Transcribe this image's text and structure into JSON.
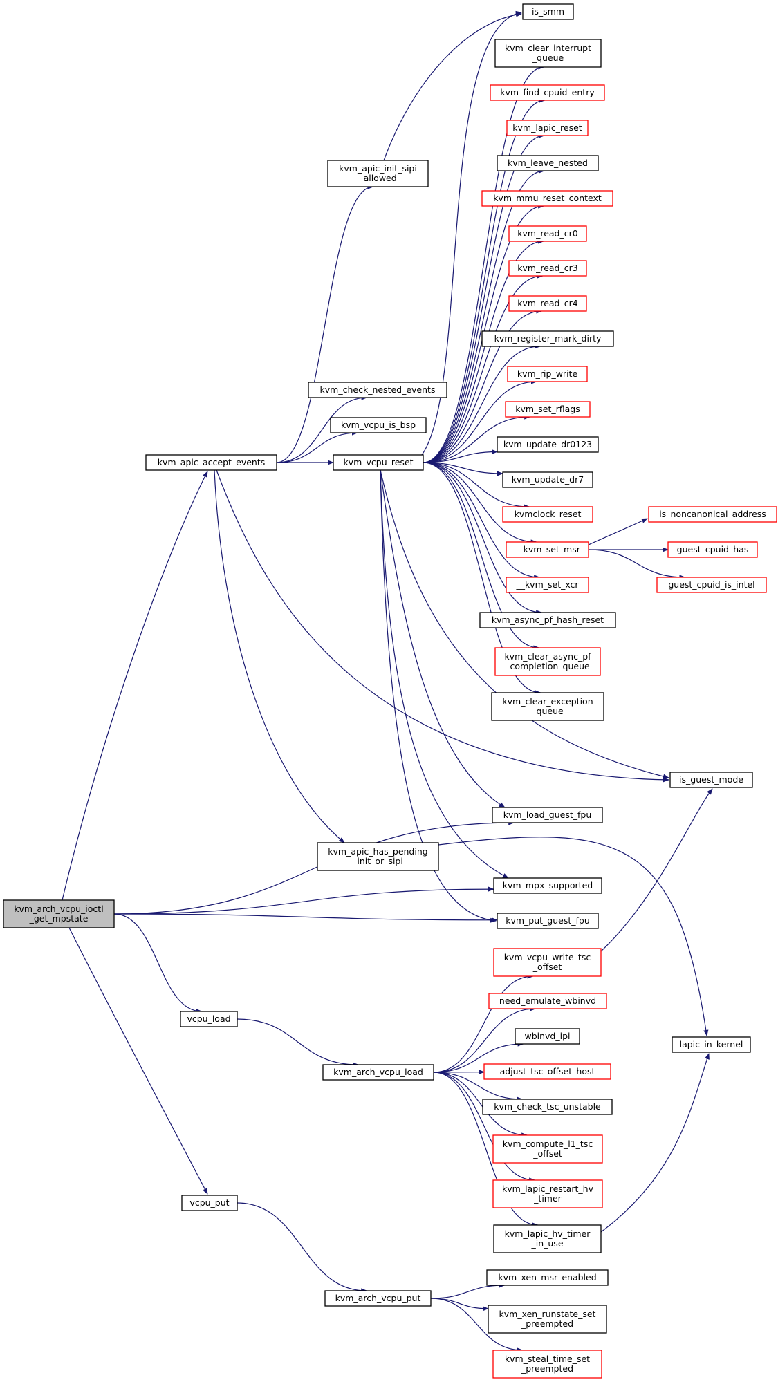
{
  "graph": {
    "edge_color": "#191970",
    "highlight_border_color": "#ff0000",
    "root_fill_color": "#bfbfbf",
    "nodes": [
      {
        "id": "root",
        "lines": [
          "kvm_arch_vcpu_ioctl",
          "_get_mpstate"
        ],
        "style": "root"
      },
      {
        "id": "apic_accept",
        "lines": [
          "kvm_apic_accept_events"
        ],
        "style": "normal"
      },
      {
        "id": "apic_init_sipi",
        "lines": [
          "kvm_apic_init_sipi",
          "_allowed"
        ],
        "style": "normal"
      },
      {
        "id": "check_nested",
        "lines": [
          "kvm_check_nested_events"
        ],
        "style": "normal"
      },
      {
        "id": "is_bsp",
        "lines": [
          "kvm_vcpu_is_bsp"
        ],
        "style": "normal"
      },
      {
        "id": "vcpu_reset",
        "lines": [
          "kvm_vcpu_reset"
        ],
        "style": "normal"
      },
      {
        "id": "apic_pending",
        "lines": [
          "kvm_apic_has_pending",
          "_init_or_sipi"
        ],
        "style": "normal"
      },
      {
        "id": "vcpu_load",
        "lines": [
          "vcpu_load"
        ],
        "style": "normal"
      },
      {
        "id": "vcpu_put",
        "lines": [
          "vcpu_put"
        ],
        "style": "normal"
      },
      {
        "id": "arch_load",
        "lines": [
          "kvm_arch_vcpu_load"
        ],
        "style": "normal"
      },
      {
        "id": "arch_put",
        "lines": [
          "kvm_arch_vcpu_put"
        ],
        "style": "normal"
      },
      {
        "id": "is_smm",
        "lines": [
          "is_smm"
        ],
        "style": "normal"
      },
      {
        "id": "clear_int",
        "lines": [
          "kvm_clear_interrupt",
          "_queue"
        ],
        "style": "normal"
      },
      {
        "id": "find_cpuid",
        "lines": [
          "kvm_find_cpuid_entry"
        ],
        "style": "red"
      },
      {
        "id": "lapic_reset",
        "lines": [
          "kvm_lapic_reset"
        ],
        "style": "red"
      },
      {
        "id": "leave_nested",
        "lines": [
          "kvm_leave_nested"
        ],
        "style": "normal"
      },
      {
        "id": "mmu_reset",
        "lines": [
          "kvm_mmu_reset_context"
        ],
        "style": "red"
      },
      {
        "id": "read_cr0",
        "lines": [
          "kvm_read_cr0"
        ],
        "style": "red"
      },
      {
        "id": "read_cr3",
        "lines": [
          "kvm_read_cr3"
        ],
        "style": "red"
      },
      {
        "id": "read_cr4",
        "lines": [
          "kvm_read_cr4"
        ],
        "style": "red"
      },
      {
        "id": "reg_dirty",
        "lines": [
          "kvm_register_mark_dirty"
        ],
        "style": "normal"
      },
      {
        "id": "rip_write",
        "lines": [
          "kvm_rip_write"
        ],
        "style": "red"
      },
      {
        "id": "set_rflags",
        "lines": [
          "kvm_set_rflags"
        ],
        "style": "red"
      },
      {
        "id": "upd_dr0123",
        "lines": [
          "kvm_update_dr0123"
        ],
        "style": "normal"
      },
      {
        "id": "upd_dr7",
        "lines": [
          "kvm_update_dr7"
        ],
        "style": "normal"
      },
      {
        "id": "kvmclock",
        "lines": [
          "kvmclock_reset"
        ],
        "style": "red"
      },
      {
        "id": "set_msr",
        "lines": [
          "__kvm_set_msr"
        ],
        "style": "red"
      },
      {
        "id": "set_xcr",
        "lines": [
          "__kvm_set_xcr"
        ],
        "style": "red"
      },
      {
        "id": "async_hash",
        "lines": [
          "kvm_async_pf_hash_reset"
        ],
        "style": "normal"
      },
      {
        "id": "clear_async",
        "lines": [
          "kvm_clear_async_pf",
          "_completion_queue"
        ],
        "style": "red"
      },
      {
        "id": "clear_exc",
        "lines": [
          "kvm_clear_exception",
          "_queue"
        ],
        "style": "normal"
      },
      {
        "id": "is_guest_mode",
        "lines": [
          "is_guest_mode"
        ],
        "style": "normal"
      },
      {
        "id": "load_fpu",
        "lines": [
          "kvm_load_guest_fpu"
        ],
        "style": "normal"
      },
      {
        "id": "mpx",
        "lines": [
          "kvm_mpx_supported"
        ],
        "style": "normal"
      },
      {
        "id": "put_fpu",
        "lines": [
          "kvm_put_guest_fpu"
        ],
        "style": "normal"
      },
      {
        "id": "noncanon",
        "lines": [
          "is_noncanonical_address"
        ],
        "style": "red"
      },
      {
        "id": "cpuid_has",
        "lines": [
          "guest_cpuid_has"
        ],
        "style": "red"
      },
      {
        "id": "cpuid_intel",
        "lines": [
          "guest_cpuid_is_intel"
        ],
        "style": "red"
      },
      {
        "id": "write_tsc",
        "lines": [
          "kvm_vcpu_write_tsc",
          "_offset"
        ],
        "style": "red"
      },
      {
        "id": "need_wbinvd",
        "lines": [
          "need_emulate_wbinvd"
        ],
        "style": "red"
      },
      {
        "id": "wbinvd_ipi",
        "lines": [
          "wbinvd_ipi"
        ],
        "style": "normal"
      },
      {
        "id": "adjust_tsc",
        "lines": [
          "adjust_tsc_offset_host"
        ],
        "style": "red"
      },
      {
        "id": "tsc_unstable",
        "lines": [
          "kvm_check_tsc_unstable"
        ],
        "style": "normal"
      },
      {
        "id": "compute_l1",
        "lines": [
          "kvm_compute_l1_tsc",
          "_offset"
        ],
        "style": "red"
      },
      {
        "id": "lapic_restart",
        "lines": [
          "kvm_lapic_restart_hv",
          "_timer"
        ],
        "style": "red"
      },
      {
        "id": "hv_timer",
        "lines": [
          "kvm_lapic_hv_timer",
          "_in_use"
        ],
        "style": "normal"
      },
      {
        "id": "lapic_in_kernel",
        "lines": [
          "lapic_in_kernel"
        ],
        "style": "normal"
      },
      {
        "id": "xen_msr",
        "lines": [
          "kvm_xen_msr_enabled"
        ],
        "style": "normal"
      },
      {
        "id": "xen_runstate",
        "lines": [
          "kvm_xen_runstate_set",
          "_preempted"
        ],
        "style": "normal"
      },
      {
        "id": "steal_time",
        "lines": [
          "kvm_steal_time_set",
          "_preempted"
        ],
        "style": "red"
      }
    ],
    "edges": [
      [
        "root",
        "apic_accept"
      ],
      [
        "root",
        "load_fpu"
      ],
      [
        "root",
        "mpx"
      ],
      [
        "root",
        "put_fpu"
      ],
      [
        "root",
        "vcpu_load"
      ],
      [
        "root",
        "vcpu_put"
      ],
      [
        "apic_accept",
        "apic_init_sipi"
      ],
      [
        "apic_accept",
        "check_nested"
      ],
      [
        "apic_accept",
        "is_bsp"
      ],
      [
        "apic_accept",
        "vcpu_reset"
      ],
      [
        "apic_accept",
        "is_guest_mode"
      ],
      [
        "apic_accept",
        "apic_pending"
      ],
      [
        "apic_init_sipi",
        "is_smm"
      ],
      [
        "vcpu_reset",
        "is_smm"
      ],
      [
        "vcpu_reset",
        "clear_int"
      ],
      [
        "vcpu_reset",
        "find_cpuid"
      ],
      [
        "vcpu_reset",
        "lapic_reset"
      ],
      [
        "vcpu_reset",
        "leave_nested"
      ],
      [
        "vcpu_reset",
        "mmu_reset"
      ],
      [
        "vcpu_reset",
        "read_cr0"
      ],
      [
        "vcpu_reset",
        "read_cr3"
      ],
      [
        "vcpu_reset",
        "read_cr4"
      ],
      [
        "vcpu_reset",
        "reg_dirty"
      ],
      [
        "vcpu_reset",
        "rip_write"
      ],
      [
        "vcpu_reset",
        "set_rflags"
      ],
      [
        "vcpu_reset",
        "upd_dr0123"
      ],
      [
        "vcpu_reset",
        "upd_dr7"
      ],
      [
        "vcpu_reset",
        "kvmclock"
      ],
      [
        "vcpu_reset",
        "set_msr"
      ],
      [
        "vcpu_reset",
        "set_xcr"
      ],
      [
        "vcpu_reset",
        "async_hash"
      ],
      [
        "vcpu_reset",
        "clear_async"
      ],
      [
        "vcpu_reset",
        "clear_exc"
      ],
      [
        "vcpu_reset",
        "is_guest_mode"
      ],
      [
        "vcpu_reset",
        "load_fpu"
      ],
      [
        "vcpu_reset",
        "mpx"
      ],
      [
        "vcpu_reset",
        "put_fpu"
      ],
      [
        "set_msr",
        "noncanon"
      ],
      [
        "set_msr",
        "cpuid_has"
      ],
      [
        "set_msr",
        "cpuid_intel"
      ],
      [
        "apic_pending",
        "lapic_in_kernel"
      ],
      [
        "vcpu_load",
        "arch_load"
      ],
      [
        "vcpu_put",
        "arch_put"
      ],
      [
        "arch_load",
        "write_tsc"
      ],
      [
        "arch_load",
        "need_wbinvd"
      ],
      [
        "arch_load",
        "wbinvd_ipi"
      ],
      [
        "arch_load",
        "adjust_tsc"
      ],
      [
        "arch_load",
        "tsc_unstable"
      ],
      [
        "arch_load",
        "compute_l1"
      ],
      [
        "arch_load",
        "lapic_restart"
      ],
      [
        "arch_load",
        "hv_timer"
      ],
      [
        "write_tsc",
        "is_guest_mode"
      ],
      [
        "hv_timer",
        "lapic_in_kernel"
      ],
      [
        "arch_put",
        "xen_msr"
      ],
      [
        "arch_put",
        "xen_runstate"
      ],
      [
        "arch_put",
        "steal_time"
      ]
    ]
  }
}
